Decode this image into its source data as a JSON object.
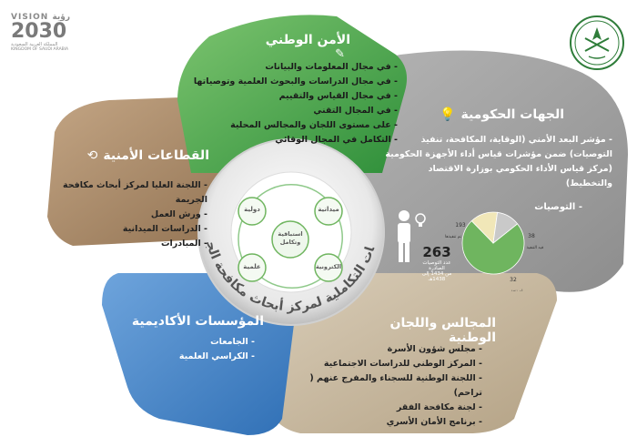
{
  "logo": {
    "vision_label": "VISION",
    "vision_arabic": "رؤية",
    "vision_year": "2030",
    "vision_sub_ar": "المملكة العربية السعودية",
    "vision_sub_en": "KINGDOM OF SAUDI ARABIA"
  },
  "center": {
    "title": "العلاقات التكاملية لمركز أبحاث مكافحة الجريمة",
    "nodes": [
      "دولية",
      "ميدانية",
      "الكترونية",
      "علمية"
    ],
    "core": "استباقية وتكامل"
  },
  "sections": {
    "national_security": {
      "title": "الأمن الوطني",
      "items": [
        "في مجال المعلومات والبيانات",
        "في مجال الدراسات والبحوث العلمية وتوصياتها",
        "في مجال القياس والتقييم",
        "في المجال التقني",
        "على مستوى اللجان والمجالس المحلية",
        "التكامل في المجال الوقائي"
      ]
    },
    "government": {
      "title": "الجهات الحكومية",
      "items": [
        "مؤشر البعد الأمني (الوقاية، المكافحة، تنفيذ التوصيات) ضمن مؤشرات قياس أداء الأجهزة الحكومية (مركز قياس الأداء الحكومي بوزارة الاقتصاد والتخطيط)"
      ],
      "recommendations_label": "التوصيات",
      "count": "263",
      "count_caption": "عدد التوصيات الصادرة",
      "count_range": "من 1434 إلى 1438هـ"
    },
    "security_sectors": {
      "title": "القطاعات الأمنية",
      "items": [
        "اللجنة العليا لمركز أبحاث مكافحة الجريمة",
        "ورش العمل",
        "الدراسات الميدانية",
        "المبادرات"
      ]
    },
    "academic": {
      "title": "المؤسسات الأكاديمية",
      "items": [
        "الجامعات",
        "الكراسي العلمية"
      ]
    },
    "councils": {
      "title": "المجالس واللجان الوطنية",
      "items": [
        "مجلس شؤون الأسرة",
        "المركز الوطني للدراسات الاجتماعية",
        "اللجنة الوطنية للسجناء والمفرج عنهم ( تراحم)",
        "لجنة مكافحة الفقر",
        "برنامج الأمان الأسري"
      ]
    }
  },
  "chart_data": {
    "type": "pie",
    "categories": [
      "تم تنفيذها",
      "قيد التنفيذ",
      "لم تنفذ"
    ],
    "values": [
      193,
      38,
      32
    ],
    "colors": [
      "#6fb55f",
      "#f1e7b8",
      "#c9c9c9"
    ]
  },
  "colors": {
    "green": "#4ea84a",
    "gray": "#9a9a9a",
    "brown": "#a5896a",
    "blue": "#4c86c6",
    "beige": "#c9bba6"
  }
}
